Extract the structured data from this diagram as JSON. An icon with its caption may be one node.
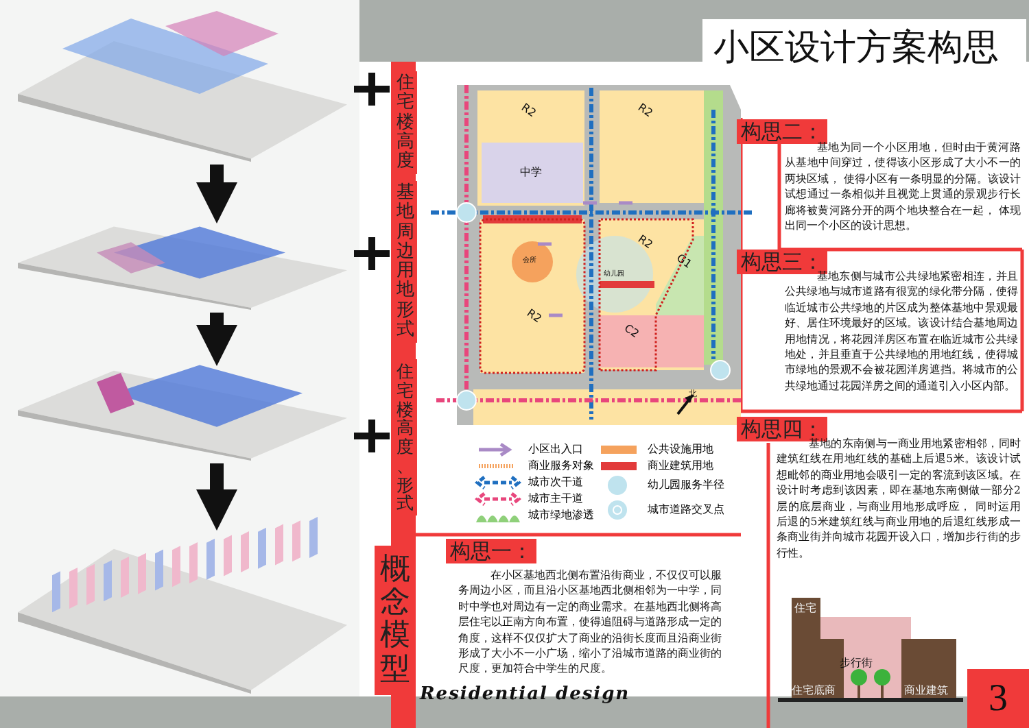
{
  "diagram": {
    "title": "小区设计方案构思",
    "nodes": [
      {
        "text": [],
        "shape": "picture"
      },
      {
        "text": [],
        "shape": "picture"
      },
      {
        "text": [],
        "shape": "picture"
      },
      {
        "text": [],
        "shape": "picture"
      }
    ],
    "edges": [
      {
        "from": 0,
        "to": 1,
        "arrow": "to"
      },
      {
        "from": 1,
        "to": 2,
        "arrow": "to"
      },
      {
        "from": 2,
        "to": 3,
        "arrow": "to"
      }
    ],
    "labels": [
      "住宅楼高度",
      "基地周边用地形式",
      "住宅楼高度、形式",
      "概念模型",
      "构思二：",
      "基地为同一个小区用地，但时由于黄河路从基地中间穿过，使得该小区形成了大小不一的两块区域， 使得小区有一条明显的分隔。该设计试想通过一条相似并且视觉上贯通的景观步行长廊将被黄河路分开的两个地块整合在一起， 体现出同一个小区的设计思想。",
      "构思三：",
      "基地东侧与城市公共绿地紧密相连，并且公共绿地与城市道路有很宽的绿化带分隔，使得临近城市公共绿地的片区成为整体基地中景观最好、居住环境最好的区域。该设计结合基地周边用地情况，将花园洋房区布置在临近城市公共绿地处，并且垂直于公共绿地的用地红线，使得城市绿地的景观不会被花园洋房遮挡。将城市的公共绿地通过花园洋房之间的通道引入小区内部。",
      "构思四：",
      "基地的东南侧与一商业用地紧密相邻，同时建筑红线在用地红线的基础上后退5米。该设计试想毗邻的商业用地会吸引一定的客流到该区域。在设计时考虑到该因素，即在基地东南侧做一部分2层的底层商业，与商业用地形成呼应， 同时运用后退的5米建筑红线与商业用地的后退红线形成一条商业街并向城市花园开设入口，增加步行街的步行性。",
      "住宅",
      "步行街",
      "住宅底商",
      "商业建筑",
      "构思一：",
      "在小区基地西北侧布置沿街商业，不仅仅可以服务周边小区，而且沿小区基地西北侧相邻为一中学，同时中学也对周边有一定的商业需求。在基地西北侧将高层住宅以正南方向布置，使得追阻碍与道路形成一定的角度，这样不仅仅扩大了商业的沿街长度而且沿商业街形成了大小不一小广场，缩小了沿城市道路的商业街的尺度，更加符合中学生的尺度。",
      "Residential design",
      "3",
      "R2",
      "R2",
      "中学",
      "会所",
      "R2",
      "幼儿园",
      "R2",
      "G1",
      "C2",
      "北"
    ],
    "legend": [
      {
        "text": "小区出入口"
      },
      {
        "text": "商业服务对象"
      },
      {
        "text": "城市次干道"
      },
      {
        "text": "城市主干道"
      },
      {
        "text": "城市绿地渗透"
      },
      {
        "text": "公共设施用地",
        "color": "#f5a25d"
      },
      {
        "text": "商业建筑用地",
        "color": "#e23b3b"
      },
      {
        "text": "幼儿园服务半径",
        "color": "#bfe3ee"
      },
      {
        "text": "城市道路交叉点"
      }
    ]
  }
}
